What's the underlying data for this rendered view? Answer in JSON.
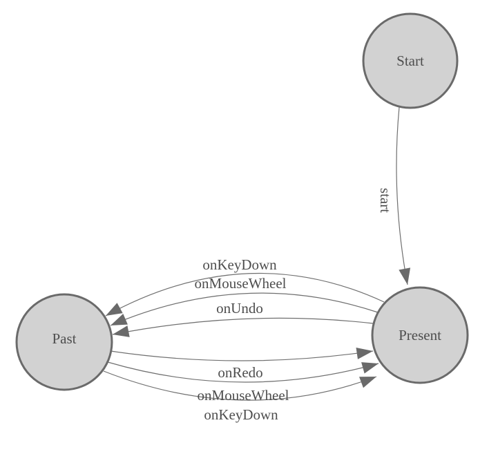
{
  "diagram": {
    "type": "state-machine",
    "nodes": [
      {
        "id": "start",
        "label": "Start"
      },
      {
        "id": "present",
        "label": "Present"
      },
      {
        "id": "past",
        "label": "Past"
      }
    ],
    "edges": [
      {
        "from": "Start",
        "to": "Present",
        "label": "start"
      },
      {
        "from": "Present",
        "to": "Past",
        "label": "onKeyDown"
      },
      {
        "from": "Present",
        "to": "Past",
        "label": "onMouseWheel"
      },
      {
        "from": "Present",
        "to": "Past",
        "label": "onUndo"
      },
      {
        "from": "Past",
        "to": "Present",
        "label": "onRedo"
      },
      {
        "from": "Past",
        "to": "Present",
        "label": "onMouseWheel"
      },
      {
        "from": "Past",
        "to": "Present",
        "label": "onKeyDown"
      }
    ],
    "colors": {
      "background": "#ffffff",
      "node_fill": "#d2d2d2",
      "node_stroke": "#6a6a6a",
      "edge_stroke": "#6f6f6f",
      "arrow_fill": "#6a6a6a",
      "text": "#4e4e4e"
    }
  }
}
